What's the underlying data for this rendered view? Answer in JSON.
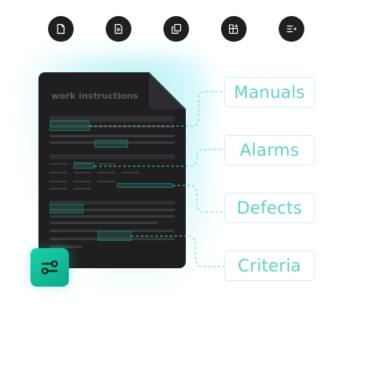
{
  "toolbar": {
    "tools": [
      {
        "icon": "document-icon"
      },
      {
        "icon": "video-document-icon"
      },
      {
        "icon": "copy-icon"
      },
      {
        "icon": "add-block-icon"
      },
      {
        "icon": "list-arrow-icon"
      }
    ]
  },
  "document": {
    "title": "work instructions"
  },
  "tags": [
    {
      "label": "Manuals"
    },
    {
      "label": "Alarms"
    },
    {
      "label": "Defects"
    },
    {
      "label": "Criteria"
    }
  ],
  "badge": {
    "icon": "settings-sliders-icon"
  },
  "colors": {
    "accent": "#5fd2c4",
    "document": "#1f1f21",
    "badge": "#12c29d"
  }
}
